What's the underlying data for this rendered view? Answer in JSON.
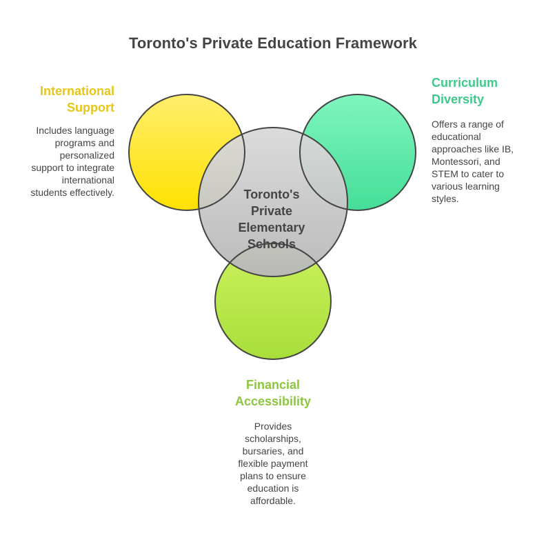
{
  "title": "Toronto's Private Education Framework",
  "center": {
    "label_lines": [
      "Toronto's",
      "Private",
      "Elementary",
      "Schools"
    ]
  },
  "nodes": {
    "international": {
      "heading_lines": [
        "International",
        "Support"
      ],
      "desc_lines": [
        "Includes language",
        "programs and",
        "personalized",
        "support to integrate",
        "international",
        "students effectively."
      ],
      "color": "#E6C619",
      "fill_top": "#FFEE6E",
      "fill_bottom": "#FFE200"
    },
    "curriculum": {
      "heading_lines": [
        "Curriculum",
        "Diversity"
      ],
      "desc_lines": [
        "Offers a range of",
        "educational",
        "approaches like IB,",
        "Montessori, and",
        "STEM to cater to",
        "various learning",
        "styles."
      ],
      "color": "#3DC98A",
      "fill_top": "#80F5BE",
      "fill_bottom": "#44DE98"
    },
    "financial": {
      "heading_lines": [
        "Financial",
        "Accessibility"
      ],
      "desc_lines": [
        "Provides",
        "scholarships,",
        "bursaries, and",
        "flexible payment",
        "plans to ensure",
        "education is",
        "affordable."
      ],
      "color": "#8DC63F",
      "fill_top": "#CCF25E",
      "fill_bottom": "#A8DE3A"
    }
  },
  "center_colors": {
    "fill_top": "#DADADA",
    "fill_bottom": "#B8B8B8",
    "stroke": "#444444"
  }
}
